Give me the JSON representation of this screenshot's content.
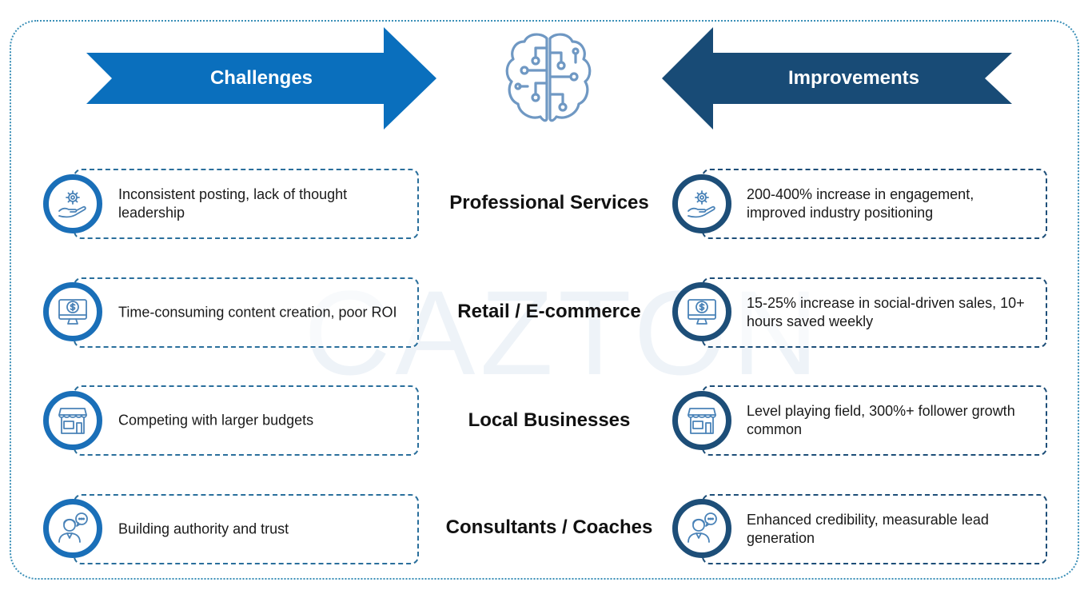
{
  "headers": {
    "left": "Challenges",
    "right": "Improvements"
  },
  "watermark": "CAZTON",
  "colors": {
    "challenges_arrow": "#0a6fbd",
    "improvements_arrow": "#184b76",
    "frame_dots": "#3a8fb7",
    "icon_stroke": "#4a83b8"
  },
  "rows": [
    {
      "category": "Professional Services",
      "icon": "hand-gear-icon",
      "challenge": "Inconsistent posting, lack of thought leadership",
      "improvement": "200-400% increase in engagement, improved industry positioning"
    },
    {
      "category": "Retail / E-commerce",
      "icon": "monitor-dollar-icon",
      "challenge": "Time-consuming content creation, poor ROI",
      "improvement": "15-25% increase in social-driven sales, 10+ hours saved weekly"
    },
    {
      "category": "Local Businesses",
      "icon": "storefront-icon",
      "challenge": "Competing with larger budgets",
      "improvement": "Level playing field, 300%+ follower growth common"
    },
    {
      "category": "Consultants / Coaches",
      "icon": "consultant-chat-icon",
      "challenge": "Building authority and trust",
      "improvement": "Enhanced credibility, measurable lead generation"
    }
  ]
}
